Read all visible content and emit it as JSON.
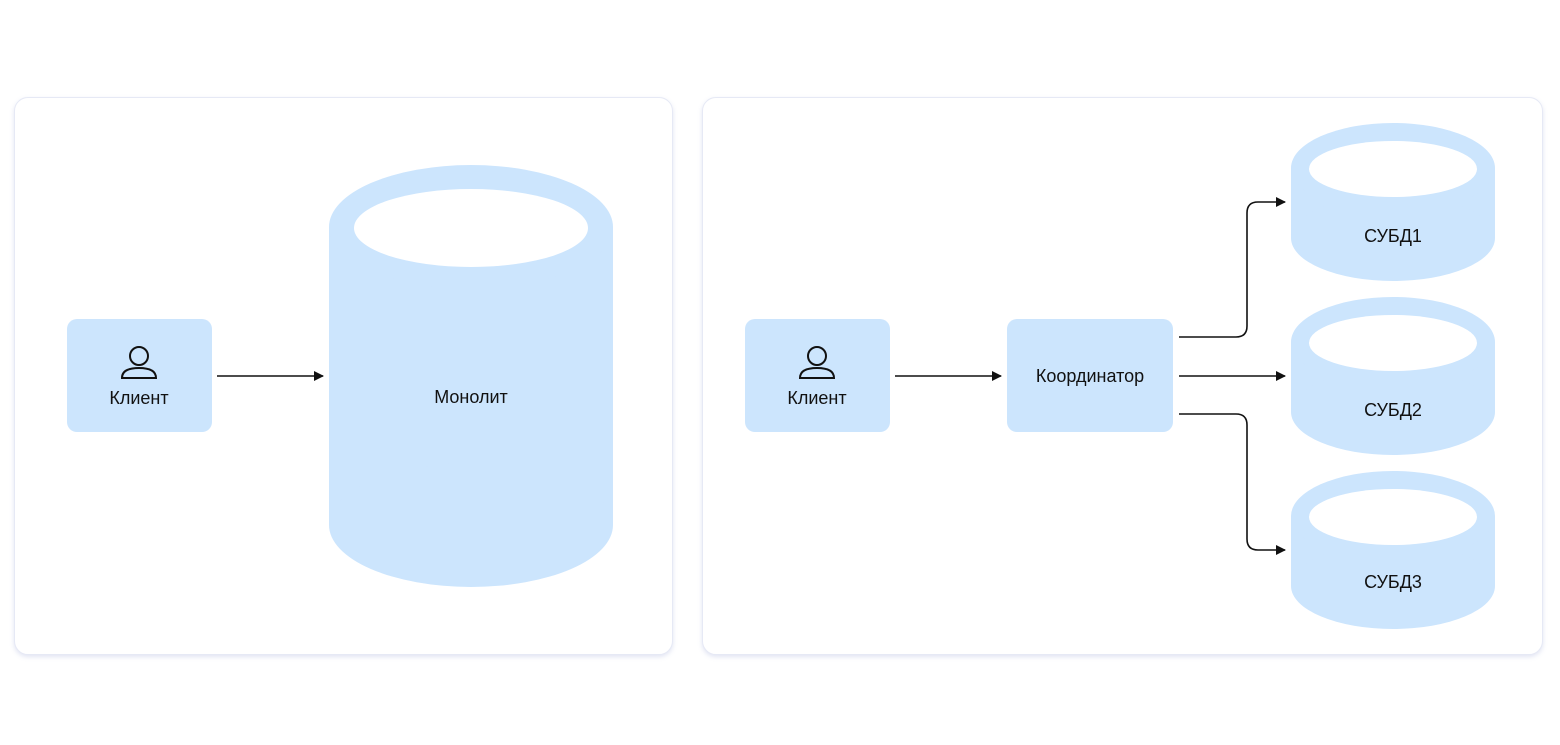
{
  "colors": {
    "node_fill": "#cce5fd",
    "arrow": "#111111",
    "panel_border": "#e6e9f5"
  },
  "left_panel": {
    "client_label": "Клиент",
    "monolith_label": "Монолит",
    "client_icon": "person-icon"
  },
  "right_panel": {
    "client_label": "Клиент",
    "coordinator_label": "Координатор",
    "client_icon": "person-icon",
    "databases": [
      {
        "label": "СУБД1"
      },
      {
        "label": "СУБД2"
      },
      {
        "label": "СУБД3"
      }
    ]
  }
}
